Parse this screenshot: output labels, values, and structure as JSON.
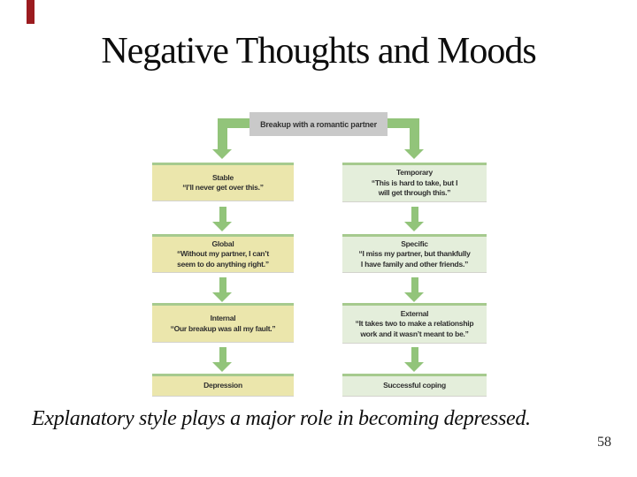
{
  "slide": {
    "title": "Negative Thoughts and Moods",
    "caption": "Explanatory style plays a major role in becoming depressed.",
    "page_number": "58",
    "accent_color": "#9b1b1f"
  },
  "flowchart": {
    "root": {
      "label": "Breakup with a romantic partner",
      "background": "#c9c9c9"
    },
    "arrow_color": "#92c47a",
    "box_top_border_color": "#a6ca8e",
    "columns": [
      {
        "name": "pessimistic",
        "background": "#ebe6ac",
        "steps": [
          {
            "title": "Stable",
            "quote": "“I’ll never get over this.”"
          },
          {
            "title": "Global",
            "quote": "“Without my partner, I can’t\nseem to do anything right.”"
          },
          {
            "title": "Internal",
            "quote": "“Our breakup was all my fault.”"
          }
        ],
        "outcome": "Depression"
      },
      {
        "name": "optimistic",
        "background": "#e4eedb",
        "steps": [
          {
            "title": "Temporary",
            "quote": "“This is hard to take, but I\nwill get through this.”"
          },
          {
            "title": "Specific",
            "quote": "“I miss my partner, but thankfully\nI have family and other friends.”"
          },
          {
            "title": "External",
            "quote": "“It takes two to make a relationship\nwork and it wasn’t meant to be.”"
          }
        ],
        "outcome": "Successful coping"
      }
    ]
  }
}
